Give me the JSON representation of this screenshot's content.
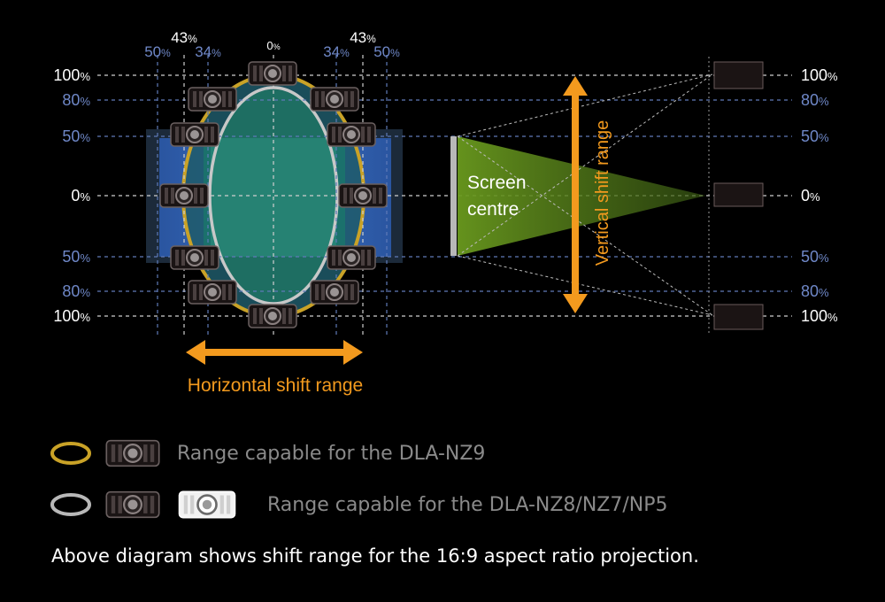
{
  "colors": {
    "background": "#000000",
    "white_label": "#ffffff",
    "blue_label": "#6f88c8",
    "orange_arrow": "#f39a1e",
    "gold_ellipse": "#c9a227",
    "grey_ellipse": "#b8b8b8",
    "teal_fill": "#1f6f66",
    "blue_fill": "#2a55a0",
    "green_beam": "#6a9a1e"
  },
  "top_labels": [
    {
      "text": "50",
      "unit": "%",
      "color": "blue"
    },
    {
      "text": "43",
      "unit": "%",
      "color": "white"
    },
    {
      "text": "34",
      "unit": "%",
      "color": "blue"
    },
    {
      "text": "0",
      "unit": "%",
      "color": "white"
    },
    {
      "text": "34",
      "unit": "%",
      "color": "blue"
    },
    {
      "text": "43",
      "unit": "%",
      "color": "white"
    },
    {
      "text": "50",
      "unit": "%",
      "color": "blue"
    }
  ],
  "left_labels": [
    {
      "text": "100",
      "unit": "%",
      "color": "white"
    },
    {
      "text": "80",
      "unit": "%",
      "color": "blue"
    },
    {
      "text": "50",
      "unit": "%",
      "color": "blue"
    },
    {
      "text": "0",
      "unit": "%",
      "color": "white"
    },
    {
      "text": "50",
      "unit": "%",
      "color": "blue"
    },
    {
      "text": "80",
      "unit": "%",
      "color": "blue"
    },
    {
      "text": "100",
      "unit": "%",
      "color": "white"
    }
  ],
  "right_labels": [
    {
      "text": "100",
      "unit": "%",
      "color": "white"
    },
    {
      "text": "80",
      "unit": "%",
      "color": "blue"
    },
    {
      "text": "50",
      "unit": "%",
      "color": "blue"
    },
    {
      "text": "0",
      "unit": "%",
      "color": "white"
    },
    {
      "text": "50",
      "unit": "%",
      "color": "blue"
    },
    {
      "text": "80",
      "unit": "%",
      "color": "blue"
    },
    {
      "text": "100",
      "unit": "%",
      "color": "white"
    }
  ],
  "screen_label_line1": "Screen",
  "screen_label_line2": "centre",
  "vertical_shift_label": "Vertical shift range",
  "horizontal_shift_label": "Horizontal shift range",
  "legend": [
    {
      "text": "Range capable for the DLA-NZ9",
      "ellipse_color": "#c9a227"
    },
    {
      "text": "Range capable for the DLA-NZ8/NZ7/NP5",
      "ellipse_color": "#b8b8b8"
    }
  ],
  "caption": "Above diagram shows shift range for the 16:9 aspect ratio projection."
}
